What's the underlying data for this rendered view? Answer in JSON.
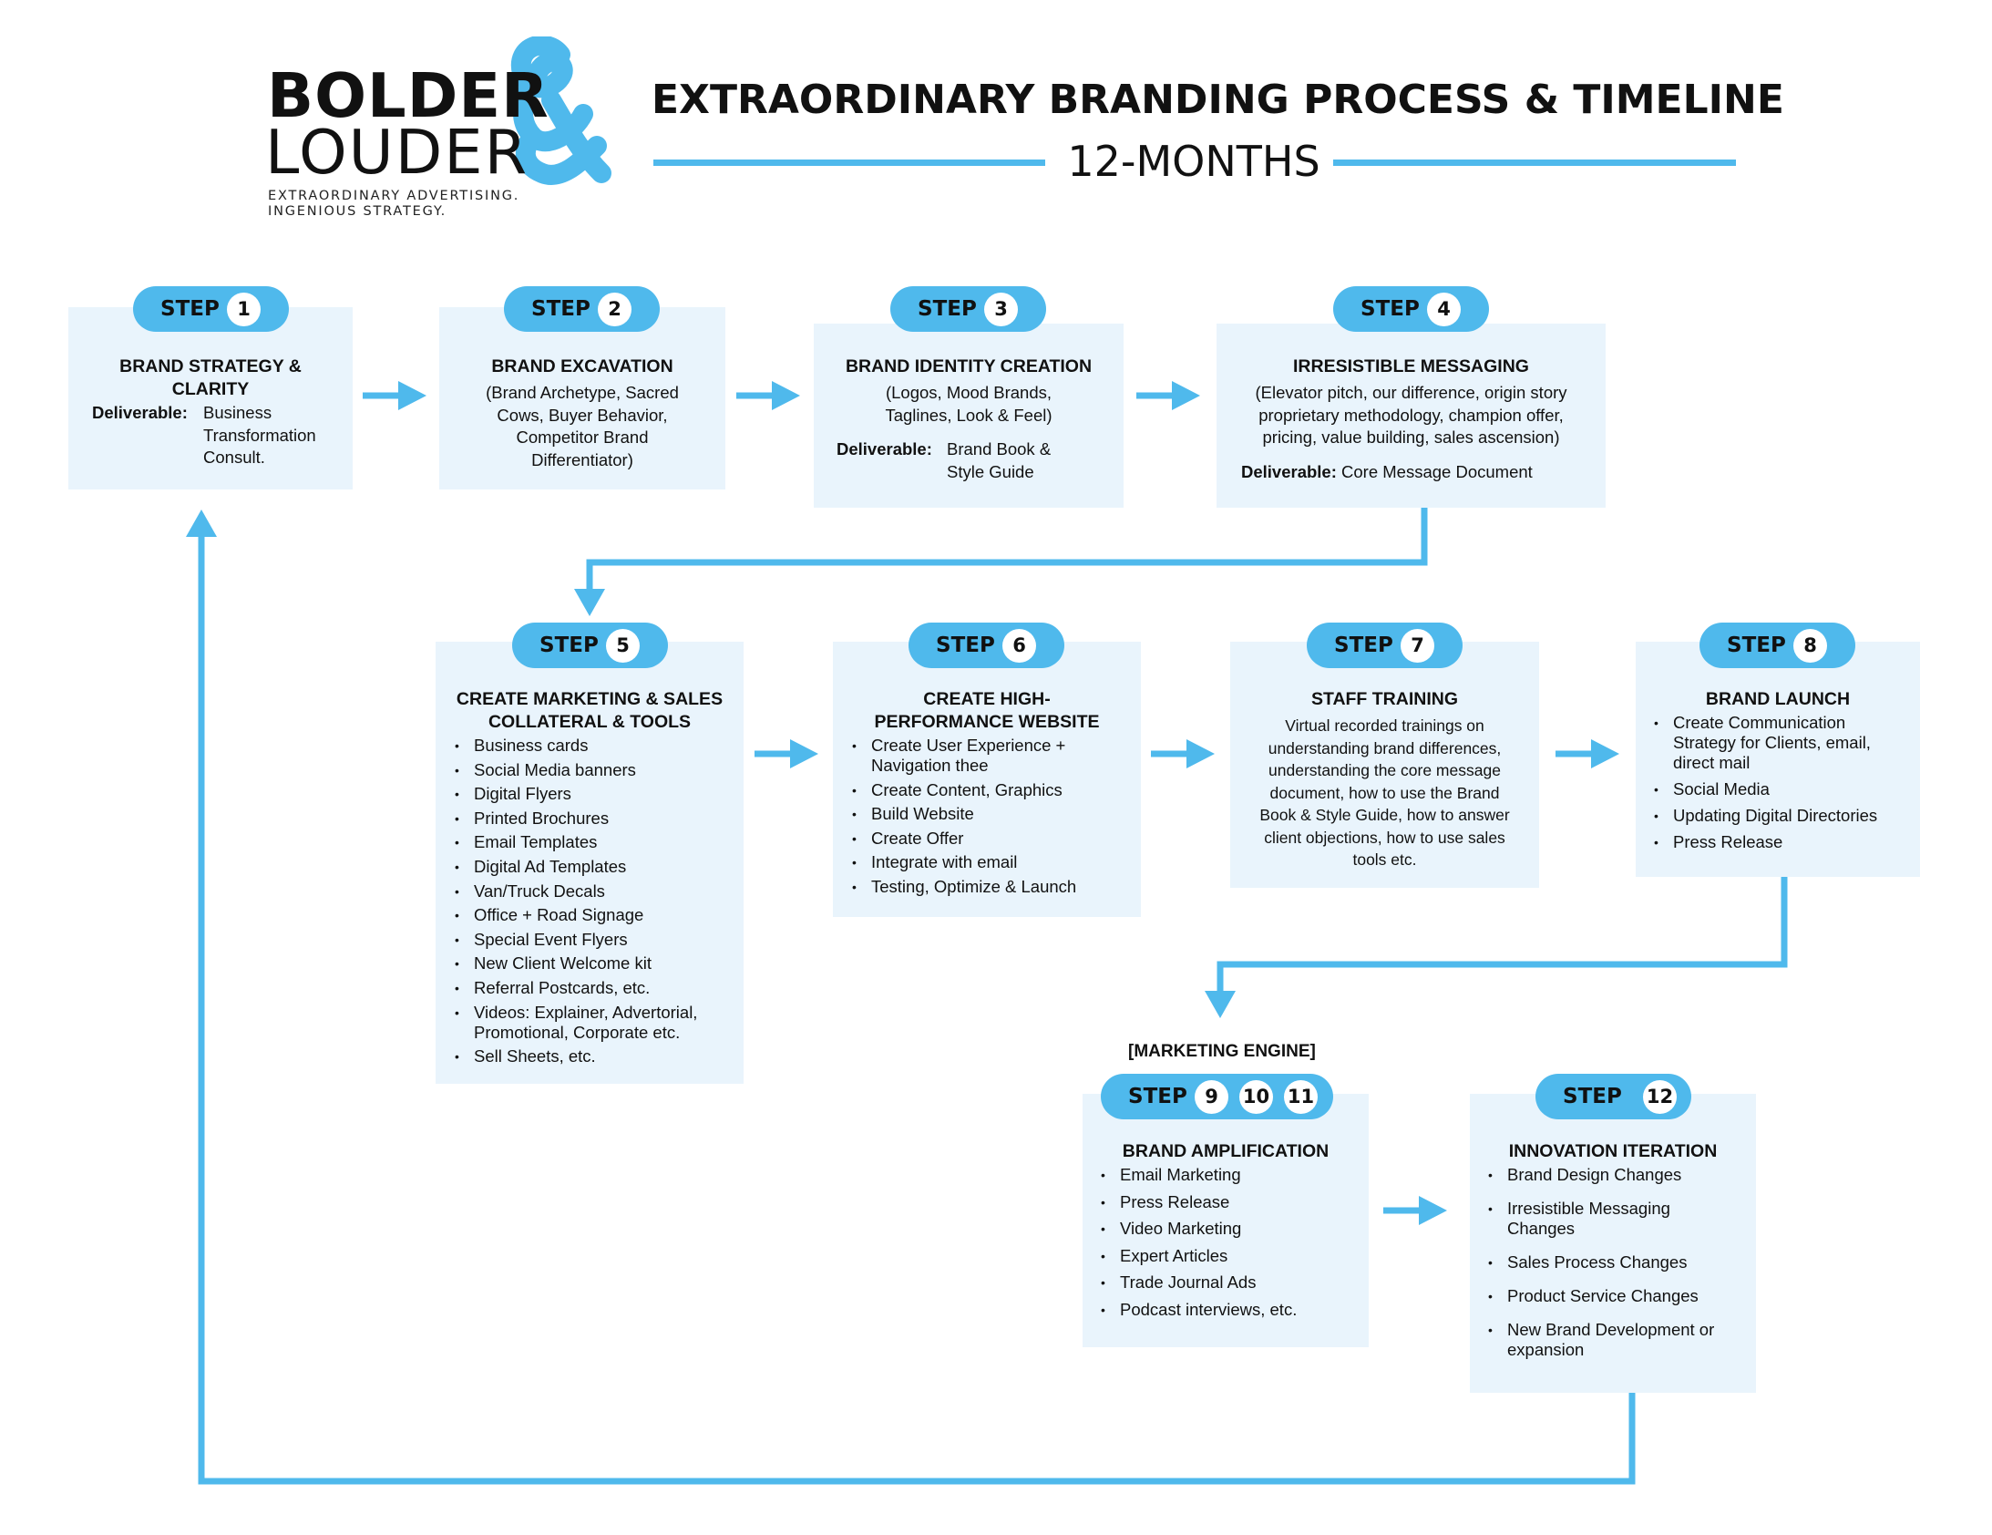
{
  "logo": {
    "line1": "BOLDER",
    "line2": "LOUDER",
    "tagline1": "EXTRAORDINARY ADVERTISING.",
    "tagline2": "INGENIOUS STRATEGY."
  },
  "header": {
    "title": "EXTRAORDINARY BRANDING PROCESS & TIMELINE",
    "subtitle": "12-MONTHS"
  },
  "step_word": "STEP",
  "deliverable_label": "Deliverable:",
  "colors": {
    "accent": "#4fb9ec",
    "card": "#e9f4fc",
    "text": "#111111"
  },
  "steps": [
    {
      "num": "1",
      "title": "BRAND STRATEGY & CLARITY",
      "deliverable": "Business Transformation Consult."
    },
    {
      "num": "2",
      "title": "BRAND EXCAVATION",
      "text": "(Brand Archetype, Sacred Cows, Buyer Behavior, Competitor Brand Differentiator)"
    },
    {
      "num": "3",
      "title": "BRAND IDENTITY CREATION",
      "text": "(Logos, Mood Brands, Taglines, Look & Feel)",
      "deliverable": "Brand Book & Style Guide"
    },
    {
      "num": "4",
      "title": "IRRESISTIBLE MESSAGING",
      "text": "(Elevator pitch, our difference, origin story proprietary methodology, champion offer, pricing, value building, sales ascension)",
      "deliverable": "Core Message Document"
    },
    {
      "num": "5",
      "title": "CREATE MARKETING & SALES COLLATERAL & TOOLS",
      "items": [
        "Business cards",
        "Social Media banners",
        "Digital Flyers",
        "Printed Brochures",
        "Email Templates",
        "Digital Ad Templates",
        "Van/Truck Decals",
        "Office + Road Signage",
        "Special Event Flyers",
        "New Client Welcome kit",
        "Referral Postcards, etc.",
        "Videos: Explainer, Advertorial, Promotional, Corporate etc.",
        "Sell Sheets, etc."
      ]
    },
    {
      "num": "6",
      "title": "CREATE HIGH-PERFORMANCE WEBSITE",
      "items": [
        "Create User Experience + Navigation thee",
        "Create Content, Graphics",
        "Build Website",
        "Create Offer",
        "Integrate with email",
        "Testing, Optimize & Launch"
      ]
    },
    {
      "num": "7",
      "title": "STAFF TRAINING",
      "text": "Virtual recorded trainings on understanding brand differences, understanding the core message document, how to use the Brand Book & Style Guide, how to answer client objections, how to use sales tools etc."
    },
    {
      "num": "8",
      "title": "BRAND LAUNCH",
      "items": [
        "Create Communication Strategy for Clients, email, direct mail",
        "Social Media",
        "Updating Digital Directories",
        "Press Release"
      ]
    },
    {
      "nums": [
        "9",
        "10",
        "11"
      ],
      "group_label": "[MARKETING ENGINE]",
      "title": "BRAND AMPLIFICATION",
      "items": [
        "Email Marketing",
        "Press Release",
        "Video Marketing",
        "Expert Articles",
        "Trade Journal Ads",
        "Podcast interviews, etc."
      ]
    },
    {
      "num": "12",
      "title": "INNOVATION ITERATION",
      "items": [
        "Brand Design Changes",
        "Irresistible Messaging Changes",
        "Sales Process Changes",
        "Product Service Changes",
        "New Brand Development or expansion"
      ]
    }
  ]
}
